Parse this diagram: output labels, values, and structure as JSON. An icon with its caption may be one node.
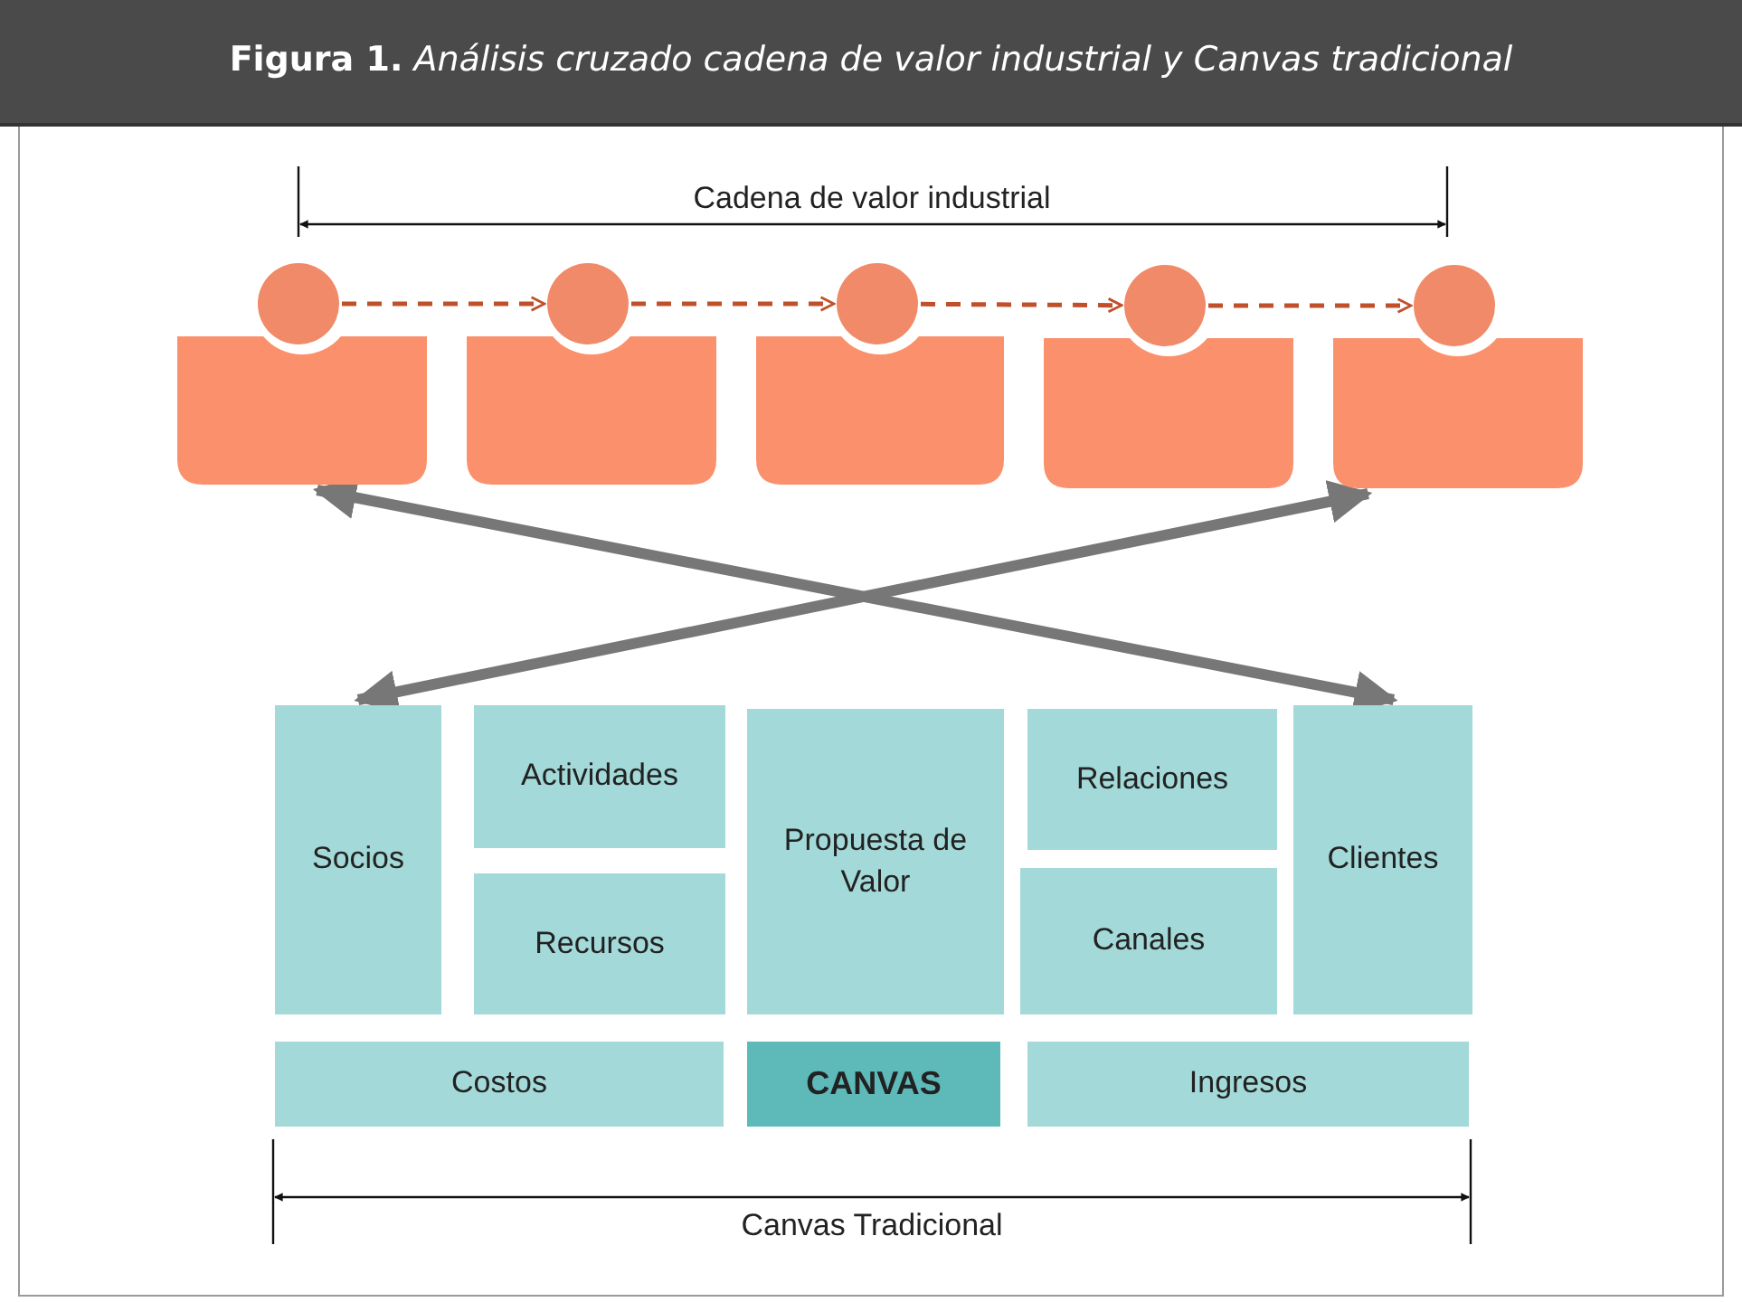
{
  "diagram": {
    "title": "**Figura 1.** *Análisis cruzado cadena de valor industrial y Canvas tradicional*",
    "nodes": [
      {
        "text": [],
        "shape": "circle"
      },
      {
        "text": [],
        "shape": "circle"
      },
      {
        "text": [],
        "shape": "circle"
      },
      {
        "text": [],
        "shape": "circle"
      },
      {
        "text": [],
        "shape": "circle"
      },
      {
        "text": [],
        "shape": "box"
      },
      {
        "text": [],
        "shape": "box"
      },
      {
        "text": [],
        "shape": "box"
      },
      {
        "text": [],
        "shape": "box"
      },
      {
        "text": [],
        "shape": "box"
      },
      {
        "text": [
          "Socios"
        ]
      },
      {
        "text": [
          "Actividades"
        ]
      },
      {
        "text": [
          "Propuesta de Valor"
        ]
      },
      {
        "text": [
          "Relaciones"
        ]
      },
      {
        "text": [
          "Clientes"
        ]
      },
      {
        "text": [
          "Recursos"
        ]
      },
      {
        "text": [
          "Canales"
        ]
      },
      {
        "text": [
          "Costos"
        ]
      },
      {
        "text": [
          "CANVAS"
        ]
      },
      {
        "text": [
          "Ingresos"
        ]
      }
    ],
    "edges": [
      {
        "from": 0,
        "to": 1,
        "arrow": "to",
        "style": "dashed",
        "color": "#c0502a"
      },
      {
        "from": 1,
        "to": 2,
        "arrow": "to",
        "style": "dashed",
        "color": "#c0502a"
      },
      {
        "from": 2,
        "to": 3,
        "arrow": "to",
        "style": "dashed",
        "color": "#c0502a"
      },
      {
        "from": 3,
        "to": 4,
        "arrow": "to",
        "style": "dashed",
        "color": "#c0502a"
      },
      {
        "from": 5,
        "to": 14,
        "arrow": "both",
        "style": "thick"
      },
      {
        "from": 9,
        "to": 10,
        "arrow": "both",
        "style": "thick"
      }
    ],
    "labels": [
      "Cadena de valor industrial",
      "Canvas Tradicional"
    ]
  }
}
